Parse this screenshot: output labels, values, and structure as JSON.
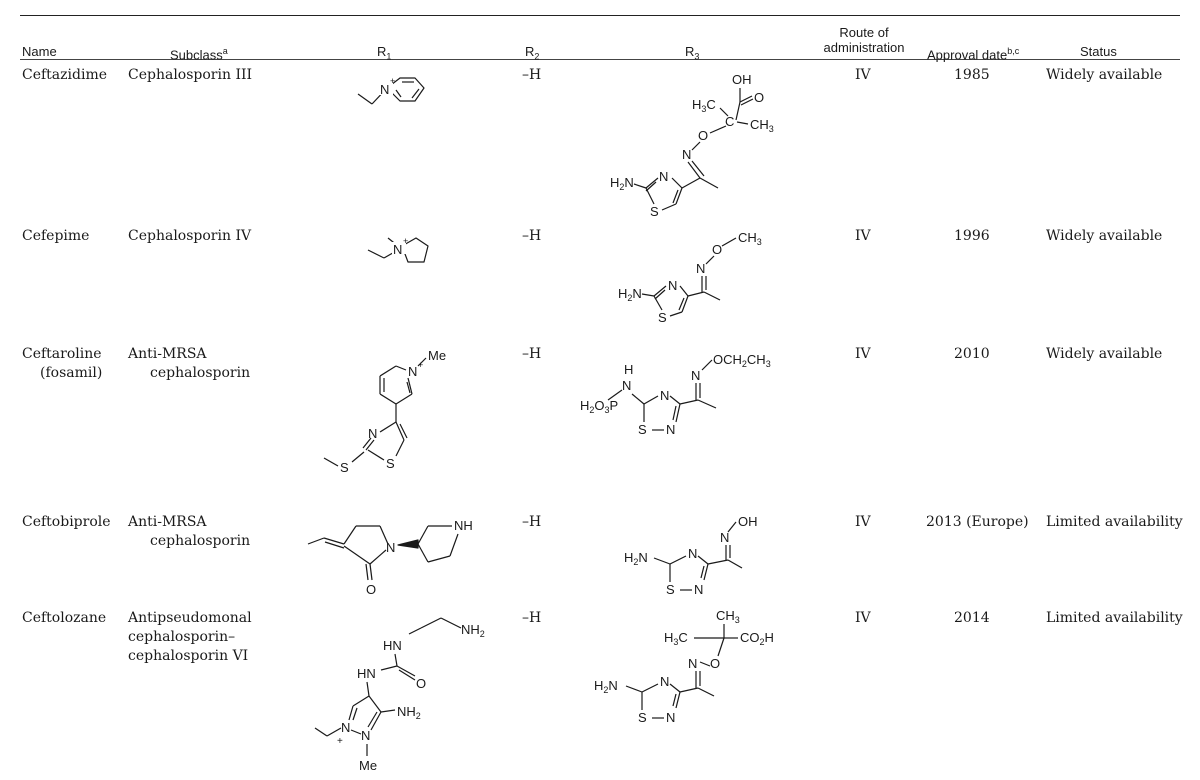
{
  "table": {
    "headers": {
      "name": "Name",
      "subclass": "Subclass",
      "subclass_note": "a",
      "r1": "R",
      "r1_sub": "1",
      "r2": "R",
      "r2_sub": "2",
      "r3": "R",
      "r3_sub": "3",
      "route_line1": "Route of",
      "route_line2": "administration",
      "approval": "Approval date",
      "approval_note": "b,c",
      "status": "Status"
    },
    "rows": [
      {
        "name": "Ceftazidime",
        "name2": "",
        "subclass": "Cephalosporin III",
        "subclass2": "",
        "subclass3": "",
        "r2": "–H",
        "route": "IV",
        "approval": "1985",
        "status": "Widely available"
      },
      {
        "name": "Cefepime",
        "name2": "",
        "subclass": "Cephalosporin IV",
        "subclass2": "",
        "subclass3": "",
        "r2": "–H",
        "route": "IV",
        "approval": "1996",
        "status": "Widely available"
      },
      {
        "name": "Ceftaroline",
        "name2": "(fosamil)",
        "subclass": "Anti-MRSA",
        "subclass2": "cephalosporin",
        "subclass3": "",
        "r2": "–H",
        "route": "IV",
        "approval": "2010",
        "status": "Widely available"
      },
      {
        "name": "Ceftobiprole",
        "name2": "",
        "subclass": "Anti-MRSA",
        "subclass2": "cephalosporin",
        "subclass3": "",
        "r2": "–H",
        "route": "IV",
        "approval": "2013 (Europe)",
        "status": "Limited availability"
      },
      {
        "name": "Ceftolozane",
        "name2": "",
        "subclass": "Antipseudomonal",
        "subclass2": "cephalosporin–",
        "subclass3": "cephalosporin VI",
        "r2": "–H",
        "route": "IV",
        "approval": "2014",
        "status": "Limited availability"
      }
    ],
    "structure_labels": {
      "oh": "OH",
      "o": "O",
      "n": "N",
      "s": "S",
      "nh": "NH",
      "hn": "HN",
      "h": "H",
      "me": "Me",
      "plus": "+",
      "h3c": "H",
      "h3c_sub": "3",
      "h3c_c": "C",
      "ch3": "CH",
      "ch3_sub": "3",
      "c": "C",
      "h2n": "H",
      "h2n_sub": "2",
      "h2n_n": "N",
      "nh2": "NH",
      "nh2_sub": "2",
      "och2ch3_a": "OCH",
      "och2ch3_sub1": "2",
      "och2ch3_b": "CH",
      "och2ch3_sub2": "3",
      "h2o3p_a": "H",
      "h2o3p_sub1": "2",
      "h2o3p_b": "O",
      "h2o3p_sub2": "3",
      "h2o3p_c": "P",
      "co2h_a": "CO",
      "co2h_sub": "2",
      "co2h_b": "H"
    }
  }
}
